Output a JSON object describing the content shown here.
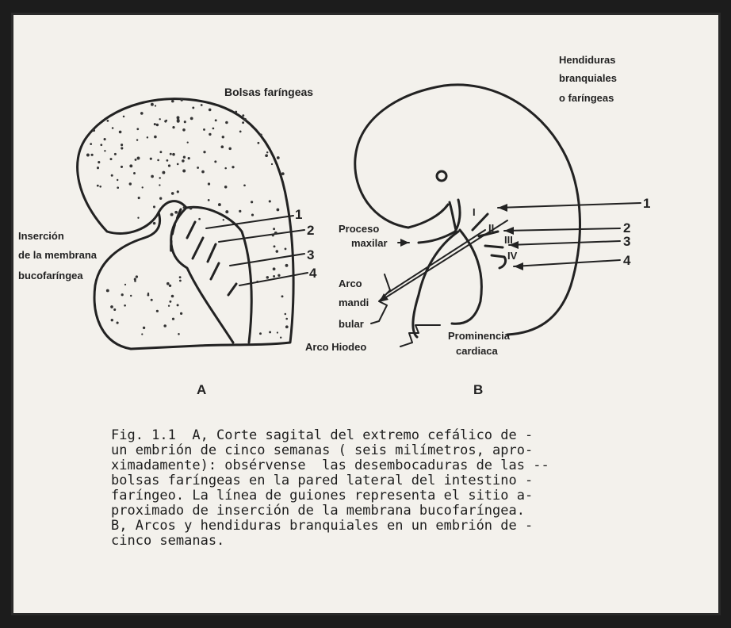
{
  "panel_a": {
    "title": "Bolsas faríngeas",
    "side_label_lines": [
      "Inserción",
      "de la membrana",
      "bucofaríngea"
    ],
    "numbers": [
      "1",
      "2",
      "3",
      "4"
    ],
    "letter": "A"
  },
  "panel_b": {
    "title_lines": [
      "Hendiduras",
      "branquiales",
      "o faríngeas"
    ],
    "proceso_lines": [
      "Proceso",
      "maxilar"
    ],
    "arco_lines": [
      "Arco",
      "mandi",
      "bular"
    ],
    "arco_hiodeo": "Arco Hiodeo",
    "prominencia_lines": [
      "Prominencia",
      "cardiaca"
    ],
    "roman": [
      "I",
      "II",
      "III",
      "IV"
    ],
    "numbers": [
      "1",
      "2",
      "3",
      "4"
    ],
    "letter": "B"
  },
  "caption_lines": [
    "Fig. 1.1  A, Corte sagital del extremo cefálico de -",
    "un embrión de cinco semanas ( seis milímetros, apro-",
    "ximadamente): obsérvense  las desembocaduras de las --",
    "bolsas faríngeas en la pared lateral del intestino -",
    "faríngeo. La línea de guiones representa el sitio a-",
    "proximado de inserción de la membrana bucofaríngea.",
    "B, Arcos y hendiduras branquiales en un embrión de -",
    "cinco semanas."
  ]
}
